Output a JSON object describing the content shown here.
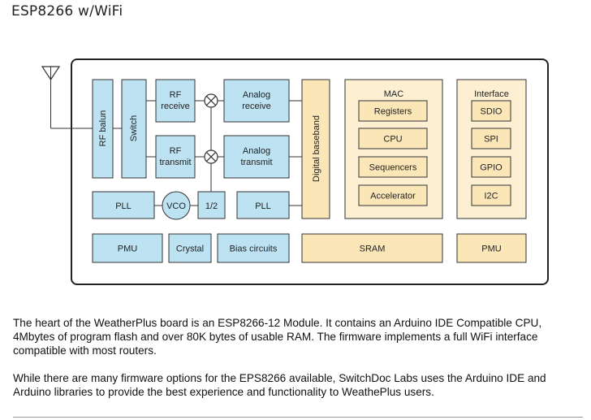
{
  "page": {
    "title": "ESP8266 w/WiFi"
  },
  "diagram": {
    "blocks": {
      "rf_balun": "RF balun",
      "switch": "Switch",
      "rf_receive": [
        "RF",
        "receive"
      ],
      "rf_transmit": [
        "RF",
        "transmit"
      ],
      "analog_receive": [
        "Analog",
        "receive"
      ],
      "analog_transmit": [
        "Analog",
        "transmit"
      ],
      "pll_left": "PLL",
      "vco": "VCO",
      "half": "1/2",
      "pll_right": "PLL",
      "digital_baseband": "Digital baseband",
      "mac": "MAC",
      "registers": "Registers",
      "cpu": "CPU",
      "sequencers": "Sequencers",
      "accelerator": "Accelerator",
      "interface": "Interface",
      "sdio": "SDIO",
      "spi": "SPI",
      "gpio": "GPIO",
      "i2c": "I2C",
      "pmu_left": "PMU",
      "crystal": "Crystal",
      "bias_circuits": "Bias circuits",
      "sram": "SRAM",
      "pmu_right": "PMU"
    },
    "colors": {
      "blue_fill": "#bde3f2",
      "yellow_fill": "#fbe6b8",
      "yellow_outer": "#fdf0d2",
      "stroke": "#333333"
    }
  },
  "text": {
    "paragraph1": "The heart of the WeatherPlus board is an ESP8266-12 Module.   It contains an Arduino IDE Compatible CPU, 4Mbytes of program flash and over 80K bytes of usable RAM.   The firmware implements a full WiFi interface compatible with most routers.",
    "paragraph2": "While there are many firmware options for the EPS8266 available, SwitchDoc Labs uses the Arduino IDE and Arduino libraries to provide the best experience and functionality to WeathePlus users."
  }
}
